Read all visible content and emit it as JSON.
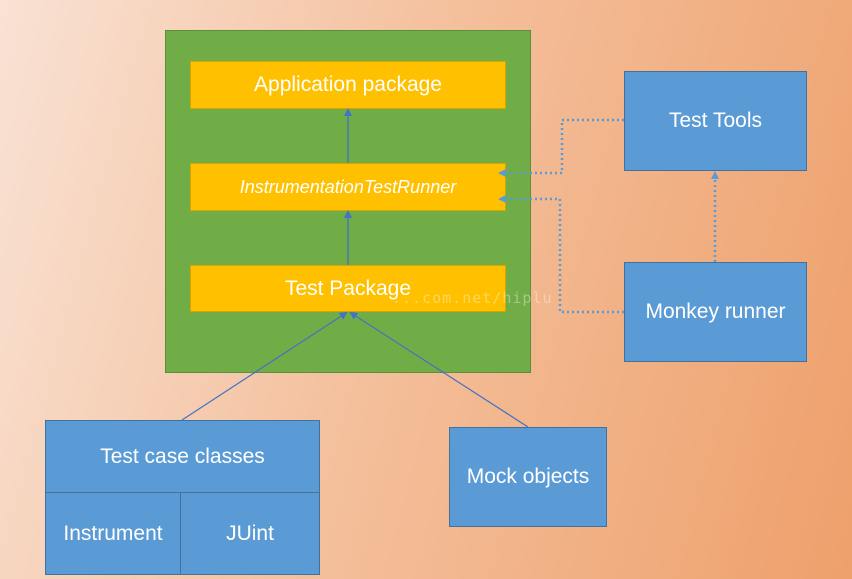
{
  "diagram": {
    "application_package": "Application package",
    "instrumentation_runner": "InstrumentationTestRunner",
    "test_package": "Test Package",
    "test_tools": "Test Tools",
    "monkey_runner": "Monkey runner",
    "test_case_classes": "Test case classes",
    "instrument": "Instrument",
    "junit": "JUint",
    "mock_objects": "Mock objects",
    "watermark": "...com.net/hiplu"
  },
  "colors": {
    "container_green": "#70ad47",
    "package_yellow": "#ffc000",
    "tool_blue": "#5b9bd5",
    "connector_blue": "#4472c4",
    "dotted_blue": "#5b9bd5"
  }
}
